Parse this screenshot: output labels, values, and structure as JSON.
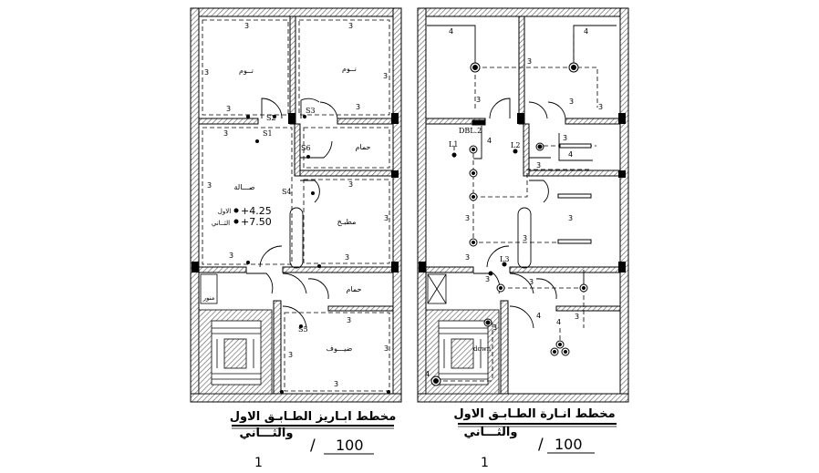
{
  "colors": {
    "ink": "#000000",
    "wall_hatch": "#6e6e6e",
    "paper": "#ffffff"
  },
  "left_plan": {
    "title_line1": "مخطط ابـاريز الطـابـق الاول",
    "title_line2": "والثـــاني",
    "scale": "100",
    "scale_sep": "/",
    "scale_num": "1",
    "rooms": {
      "bed1": "نــوم",
      "bed2": "نــوم",
      "hall": "صـــالة",
      "kitchen": "مطبـخ",
      "bath1": "حمام",
      "bath2": "حمام",
      "guest": "ضيـــوف",
      "first": "الاول",
      "second": "الثــاني",
      "duct": "منور"
    },
    "levels": {
      "l1": "+4.25",
      "l2": "+7.50"
    },
    "switches": {
      "s1": "S1",
      "s2": "S2",
      "s3": "S3",
      "s4": "S4",
      "s5": "S5",
      "s6": "S6"
    },
    "circuit_num": "3"
  },
  "right_plan": {
    "title_line1": "مخطط انـارة الطـابـق الاول",
    "title_line2": "والثـــاني",
    "scale": "100",
    "scale_sep": "/",
    "scale_num": "1",
    "labels": {
      "dbl": "DBL.2",
      "l1": "L1",
      "l2": "L2",
      "l3": "L3",
      "down": "down"
    },
    "circuit_a": "3",
    "circuit_b": "4"
  }
}
